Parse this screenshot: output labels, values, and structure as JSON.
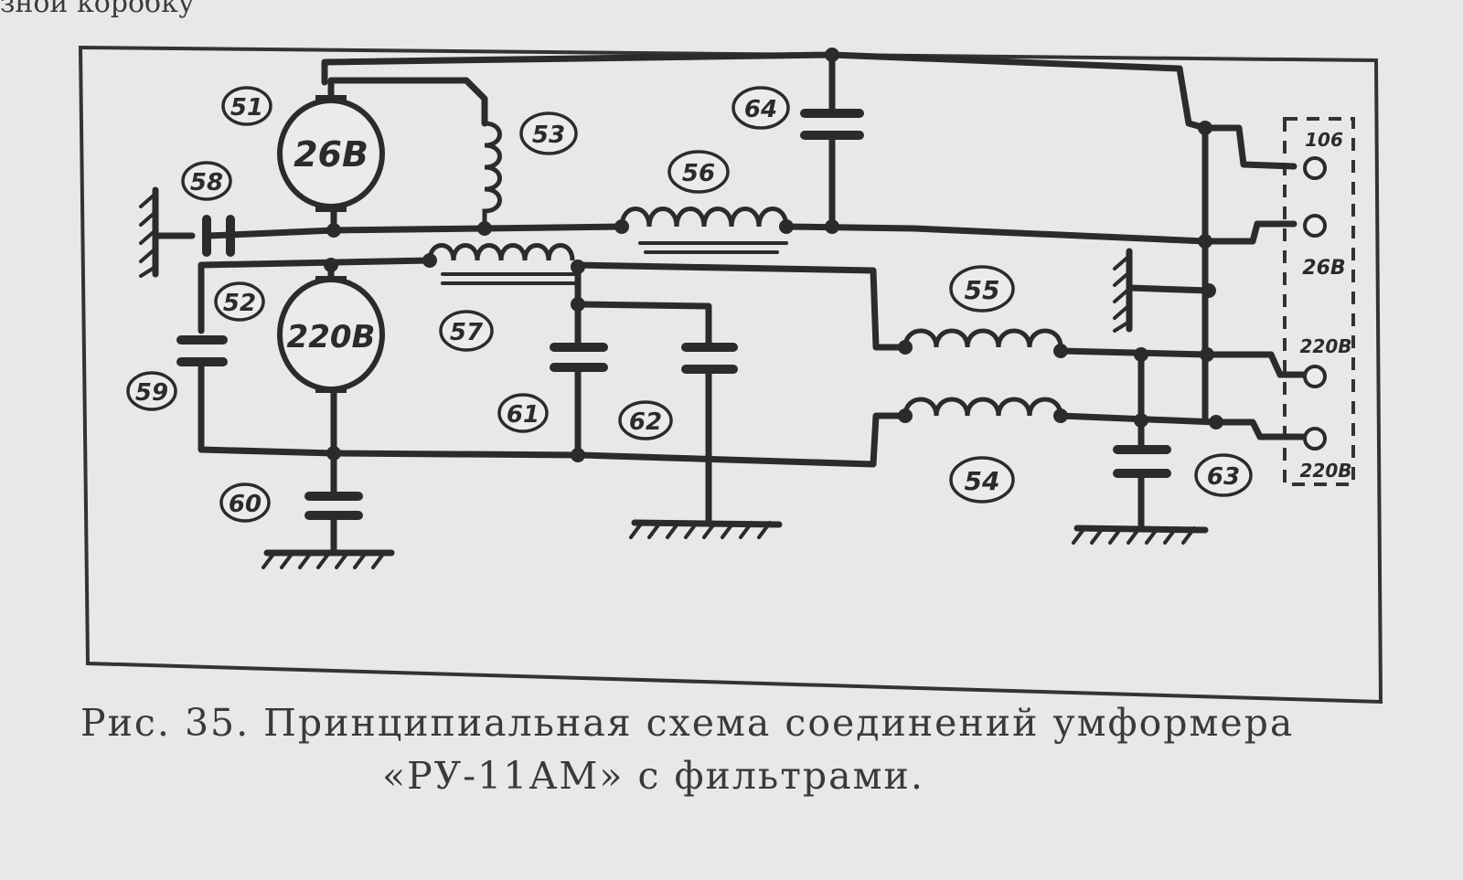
{
  "page_top_fragment": "зной коробку",
  "figure": {
    "caption_line1": "Рис. 35. Принципиальная схема соединений умформера",
    "caption_line2": "«РУ-11АМ» с фильтрами."
  },
  "motors": [
    {
      "id": "motor-26v",
      "label": "26В"
    },
    {
      "id": "motor-220v",
      "label": "220В"
    }
  ],
  "component_numbers": [
    "51",
    "52",
    "53",
    "54",
    "55",
    "56",
    "57",
    "58",
    "59",
    "60",
    "61",
    "62",
    "63",
    "64"
  ],
  "terminals": [
    "106",
    "26В",
    "220В",
    "220В"
  ],
  "colors": {
    "ink": "#2b2b2b",
    "paper": "#e9e8e6"
  }
}
